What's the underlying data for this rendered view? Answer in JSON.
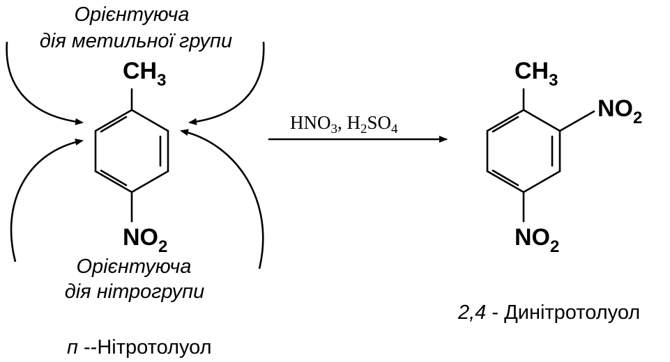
{
  "left_molecule": {
    "top_group": {
      "main": "CH",
      "sub": "3"
    },
    "bottom_group": {
      "main": "NO",
      "sub": "2"
    },
    "top_caption_line1": "Орієнтуюча",
    "top_caption_line2": "дія метильної групи",
    "bottom_caption_line1": "Орієнтуюча",
    "bottom_caption_line2": "дія нітрогрупи",
    "name_prefix": "п",
    "name_rest": " --Нітротолуол"
  },
  "reaction": {
    "reagent_1": "HNO",
    "reagent_1_sub": "3",
    "separator": ", H",
    "reagent_2_sub_a": "2",
    "reagent_2_mid": "SO",
    "reagent_2_sub_b": "4"
  },
  "right_molecule": {
    "top_group": {
      "main": "CH",
      "sub": "3"
    },
    "side_group": {
      "main": "NO",
      "sub": "2"
    },
    "bottom_group": {
      "main": "NO",
      "sub": "2"
    },
    "name_prefix": "2,4",
    "name_rest": " - Динітротолуол"
  }
}
